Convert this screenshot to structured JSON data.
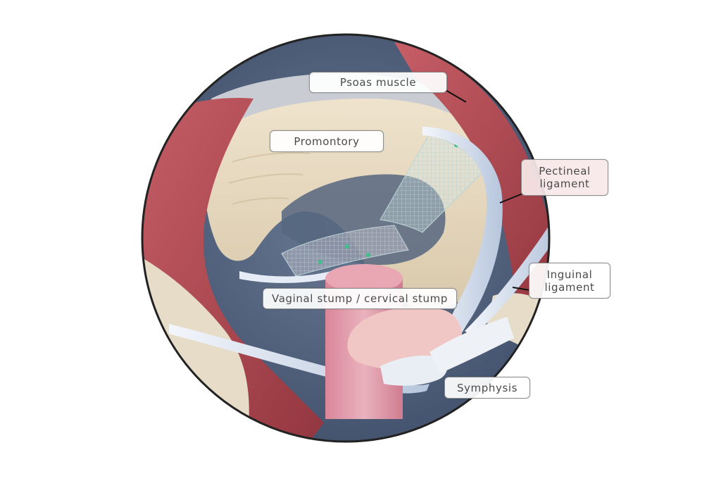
{
  "labels": {
    "psoas": "Psoas muscle",
    "promontory": "Promontory",
    "pectineal": "Pectineal\nligament",
    "inguinal": "Inguinal\nligament",
    "vaginal": "Vaginal stump / cervical stump",
    "symphysis": "Symphysis"
  },
  "colors": {
    "background": "#4f6180",
    "muscle": "#b4505a",
    "bone": "#eadcc4",
    "ligament": "#e4eaf5",
    "stump": "#e5a3b0",
    "mesh": "#cfe1e2",
    "frame": "#222222"
  }
}
